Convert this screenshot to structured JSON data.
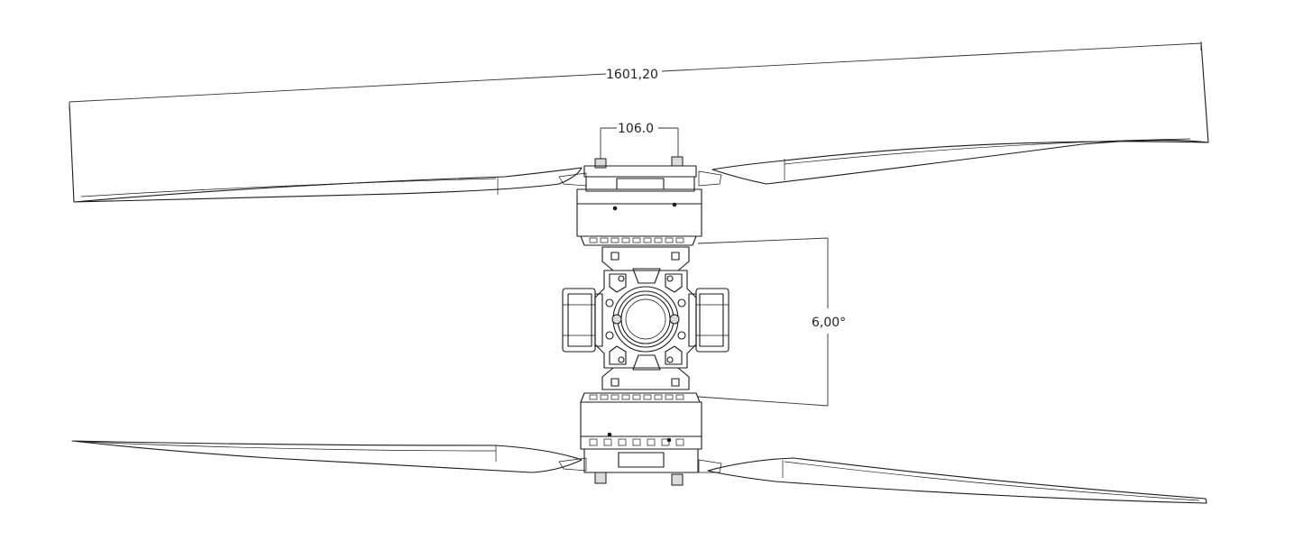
{
  "dimensions": {
    "overall_span": "1601,20",
    "mount_spacing": "106.0",
    "tilt_angle": "6,00°"
  },
  "colors": {
    "line": "#1a1a1a",
    "background": "#ffffff"
  }
}
